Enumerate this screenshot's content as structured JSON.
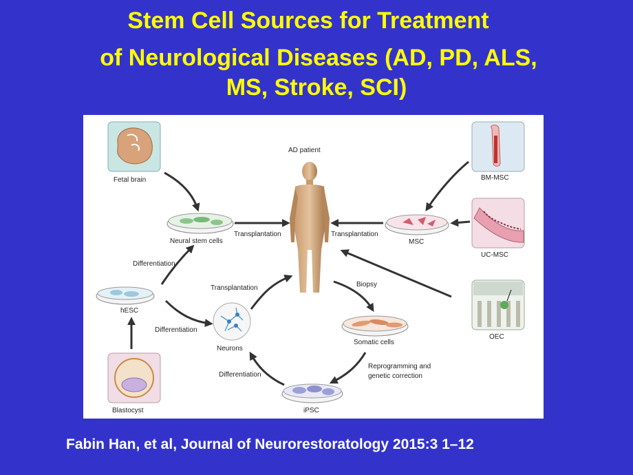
{
  "slide": {
    "title_line1": "Stem Cell Sources for  Treatment",
    "title_line2": "of Neurological Diseases (AD, PD, ALS,",
    "title_line3": "MS, Stroke, SCI)",
    "citation": "Fabin Han, et al, Journal of Neurorestoratology 2015:3 1–12"
  },
  "figure": {
    "patient": "AD patient",
    "fetal_brain": "Fetal brain",
    "neural_stem_cells": "Neural stem cells",
    "transplantation_left": "Transplantation",
    "transplantation_right": "Transplantation",
    "transplantation_neurons": "Transplantation",
    "msc": "MSC",
    "bm_msc": "BM-MSC",
    "uc_msc": "UC-MSC",
    "oec": "OEC",
    "differentiation_top": "Differentiation",
    "differentiation_mid": "Differentiation",
    "differentiation_bottom": "Differentiation",
    "hesc": "hESC",
    "neurons": "Neurons",
    "biopsy": "Biopsy",
    "somatic_cells": "Somatic cells",
    "reprogramming_1": "Reprogramming and",
    "reprogramming_2": "genetic correction",
    "ipsc": "iPSC",
    "blastocyst": "Blastocyst"
  },
  "colors": {
    "background": "#3333cc",
    "title": "#ffff00",
    "citation": "#ffffff"
  }
}
